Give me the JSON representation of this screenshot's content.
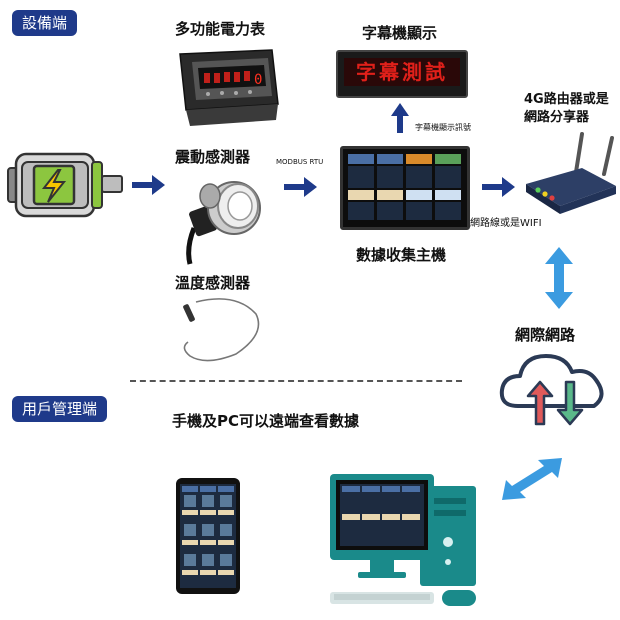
{
  "sections": {
    "equipment": "設備端",
    "user": "用戶管理端"
  },
  "labels": {
    "power_meter": "多功能電力表",
    "led_display": "字幕機顯示",
    "vibration_sensor": "震動感測器",
    "temperature_sensor": "溫度感測器",
    "modbus": "MODBUS RTU",
    "display_signal": "字幕機顯示訊號",
    "host": "數據收集主機",
    "router_line1": "4G路由器或是",
    "router_line2": "網路分享器",
    "cable_or_wifi": "網路線或是WIFI",
    "internet": "網際網路",
    "remote_view": "手機及PC可以遠端查看數據"
  },
  "led_text": "字幕測試",
  "meter_digit": "0",
  "colors": {
    "navy": "#1f3a8a",
    "arrow_navy": "#1e3a8a",
    "arrow_light": "#3b9be0",
    "teal": "#1a8a8a",
    "led_red": "#e0201a",
    "motor_green": "#8cc63f"
  }
}
